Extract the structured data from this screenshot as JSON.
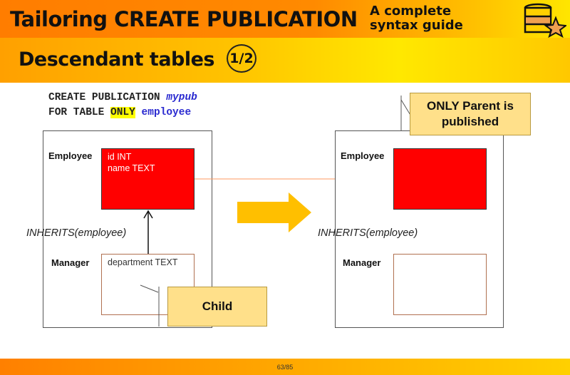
{
  "header": {
    "title": "Tailoring CREATE PUBLICATION",
    "subtitle_line1": "A complete",
    "subtitle_line2": "syntax guide",
    "section": "Descendant tables",
    "part": "1/2"
  },
  "code": {
    "kw1": "CREATE PUBLICATION",
    "name": "mypub",
    "kw2": "FOR TABLE",
    "only": "ONLY",
    "table": "employee"
  },
  "left": {
    "employee_label": "Employee",
    "col1": "id INT",
    "col2": "name TEXT",
    "inherits": "INHERITS(employee)",
    "manager_label": "Manager",
    "manager_col": "department TEXT",
    "callout": "Child"
  },
  "right": {
    "employee_label": "Employee",
    "inherits": "INHERITS(employee)",
    "manager_label": "Manager",
    "callout": "ONLY Parent is published"
  },
  "footer": {
    "page": "63/85"
  }
}
